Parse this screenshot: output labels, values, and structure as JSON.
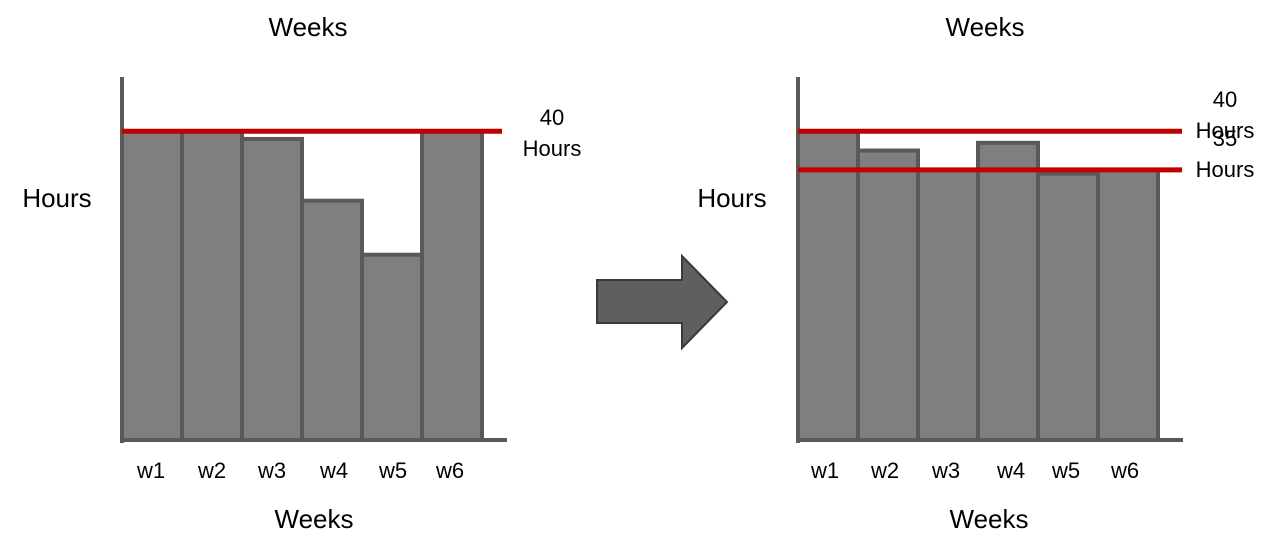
{
  "chart_data": [
    {
      "type": "bar",
      "title": "Weeks",
      "xlabel": "Weeks",
      "ylabel": "Hours",
      "categories": [
        "w1",
        "w2",
        "w3",
        "w4",
        "w5",
        "w6"
      ],
      "values": [
        40,
        40,
        39,
        31,
        24,
        40
      ],
      "ylim": [
        0,
        57
      ],
      "grid": false,
      "reference_lines": [
        {
          "value": 40,
          "label_lines": [
            "40",
            "Hours"
          ]
        }
      ]
    },
    {
      "type": "bar",
      "title": "Weeks",
      "xlabel": "Weeks",
      "ylabel": "Hours",
      "categories": [
        "w1",
        "w2",
        "w3",
        "w4",
        "w5",
        "w6"
      ],
      "values": [
        40,
        37.5,
        35,
        38.5,
        34.5,
        35
      ],
      "ylim": [
        0,
        57
      ],
      "grid": false,
      "reference_lines": [
        {
          "value": 40,
          "label_lines": [
            "40",
            "Hours"
          ]
        },
        {
          "value": 35,
          "label_lines": [
            "35",
            "Hours"
          ]
        }
      ]
    }
  ],
  "colors": {
    "bar_fill": "#7f7f7f",
    "bar_stroke": "#595959",
    "axis": "#595959",
    "reference_line": "#c00000",
    "arrow_fill": "#5f5f5f",
    "arrow_stroke": "#3a3a3a"
  },
  "arrow_icon": "right-arrow-icon"
}
